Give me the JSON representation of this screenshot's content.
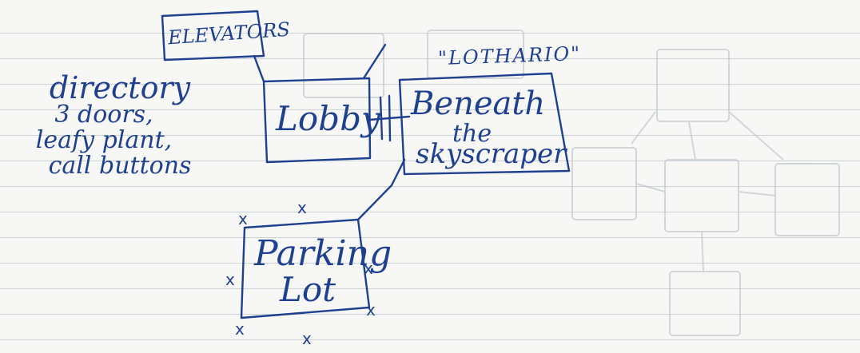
{
  "diagram": {
    "rooms": {
      "elevators": {
        "label": "ELEVATORS"
      },
      "lobby": {
        "label": "Lobby"
      },
      "beneath": {
        "lines": [
          "Beneath",
          "the",
          "skyscraper"
        ]
      },
      "parking": {
        "lines": [
          "Parking",
          "Lot"
        ]
      }
    },
    "title_quote": "\"LOTHARIO\"",
    "lobby_notes": [
      "directory",
      "3 doors,",
      "leafy plant,",
      "call buttons"
    ],
    "exit_mark": "x",
    "ink_color": "#1f3f8f"
  }
}
